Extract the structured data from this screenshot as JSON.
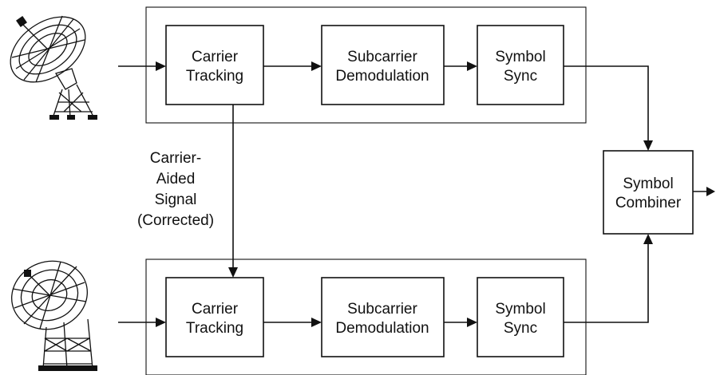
{
  "top_chain": {
    "carrier_tracking": [
      "Carrier",
      "Tracking"
    ],
    "subcarrier_demodulation": [
      "Subcarrier",
      "Demodulation"
    ],
    "symbol_sync": [
      "Symbol",
      "Sync"
    ]
  },
  "bottom_chain": {
    "carrier_tracking": [
      "Carrier",
      "Tracking"
    ],
    "subcarrier_demodulation": [
      "Subcarrier",
      "Demodulation"
    ],
    "symbol_sync": [
      "Symbol",
      "Sync"
    ]
  },
  "combiner": [
    "Symbol",
    "Combiner"
  ],
  "carrier_aided_label": [
    "Carrier-",
    "Aided",
    "Signal",
    "(Corrected)"
  ],
  "icons": {
    "top_antenna": "tilted-dish-antenna-icon",
    "bottom_antenna": "large-dish-antenna-icon"
  }
}
